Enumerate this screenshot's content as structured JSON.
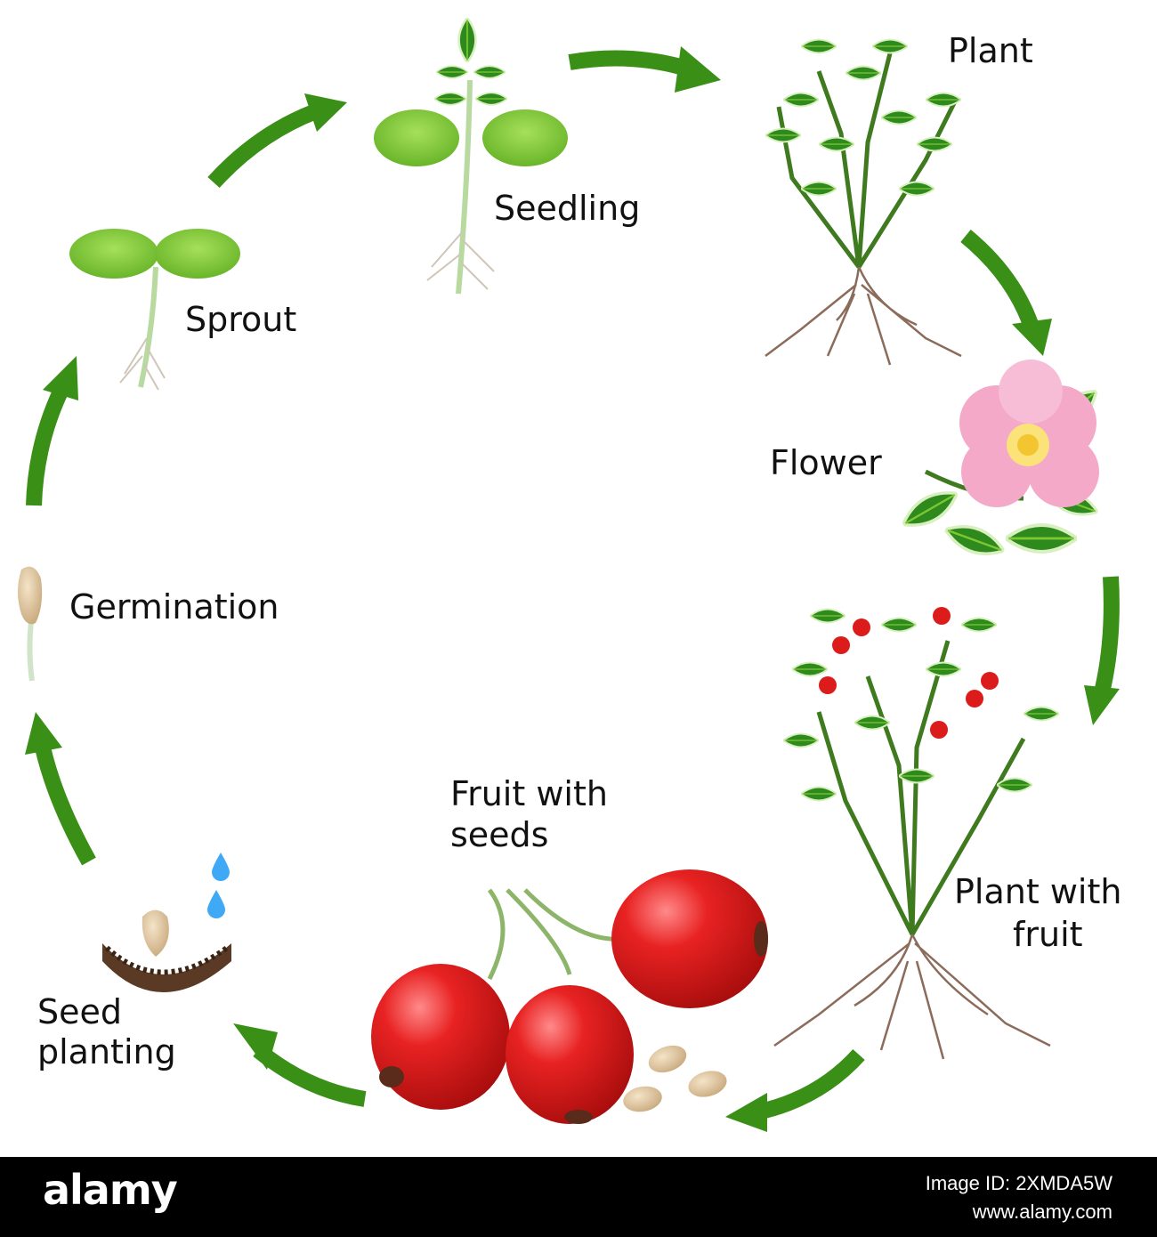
{
  "stages": {
    "sprout": "Sprout",
    "seedling": "Seedling",
    "plant": "Plant",
    "flower": "Flower",
    "plant_with_fruit_1": "Plant with",
    "plant_with_fruit_2": "fruit",
    "fruit_with_seeds_1": "Fruit with",
    "fruit_with_seeds_2": "seeds",
    "seed_planting_1": "Seed",
    "seed_planting_2": "planting",
    "germination": "Germination"
  },
  "colors": {
    "arrow": "#3a8f17",
    "leaf": "#2f8a1d",
    "cotyledon": "#7cc832",
    "fruit": "#dc1b1b",
    "petal": "#f4a9c9",
    "root": "#8b6b5a",
    "water": "#3fa9f5"
  },
  "footer": {
    "brand": "alamy",
    "image_id": "Image ID: 2XMDA5W",
    "site": "www.alamy.com"
  }
}
